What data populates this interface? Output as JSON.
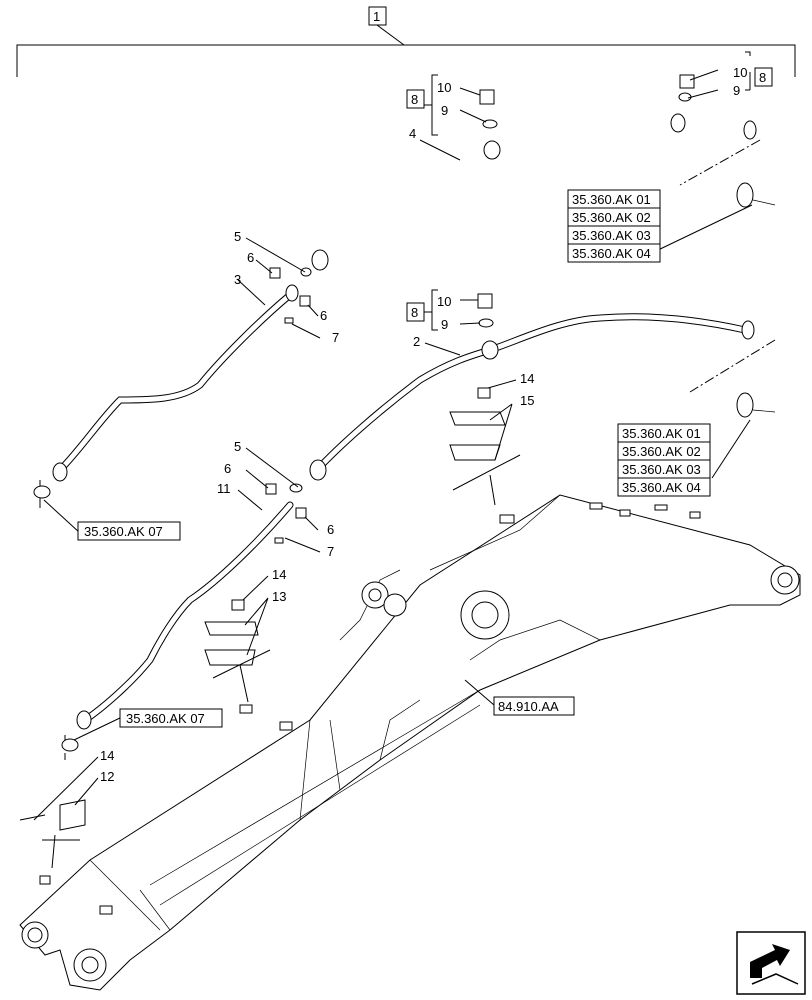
{
  "assembly": {
    "number": "1"
  },
  "callouts": {
    "c2": "2",
    "c3": "3",
    "c4": "4",
    "c5a": "5",
    "c5b": "5",
    "c6a": "6",
    "c6b": "6",
    "c6c": "6",
    "c6d": "6",
    "c7a": "7",
    "c7b": "7",
    "c9a": "9",
    "c9b": "9",
    "c9c": "9",
    "c10a": "10",
    "c10b": "10",
    "c10c": "10",
    "c11": "11",
    "c12": "12",
    "c13": "13",
    "c14a": "14",
    "c14b": "14",
    "c14c": "14",
    "c15": "15"
  },
  "kit_refs": {
    "k8a": "8",
    "k8b": "8",
    "k8c": "8"
  },
  "references": {
    "upper_group": [
      "35.360.AK 01",
      "35.360.AK 02",
      "35.360.AK 03",
      "35.360.AK 04"
    ],
    "lower_group": [
      "35.360.AK 01",
      "35.360.AK 02",
      "35.360.AK 03",
      "35.360.AK 04"
    ],
    "ak07_top": "35.360.AK 07",
    "ak07_bottom": "35.360.AK 07",
    "boom": "84.910.AA"
  },
  "nav": {
    "icon": "next-page-arrow-icon"
  }
}
